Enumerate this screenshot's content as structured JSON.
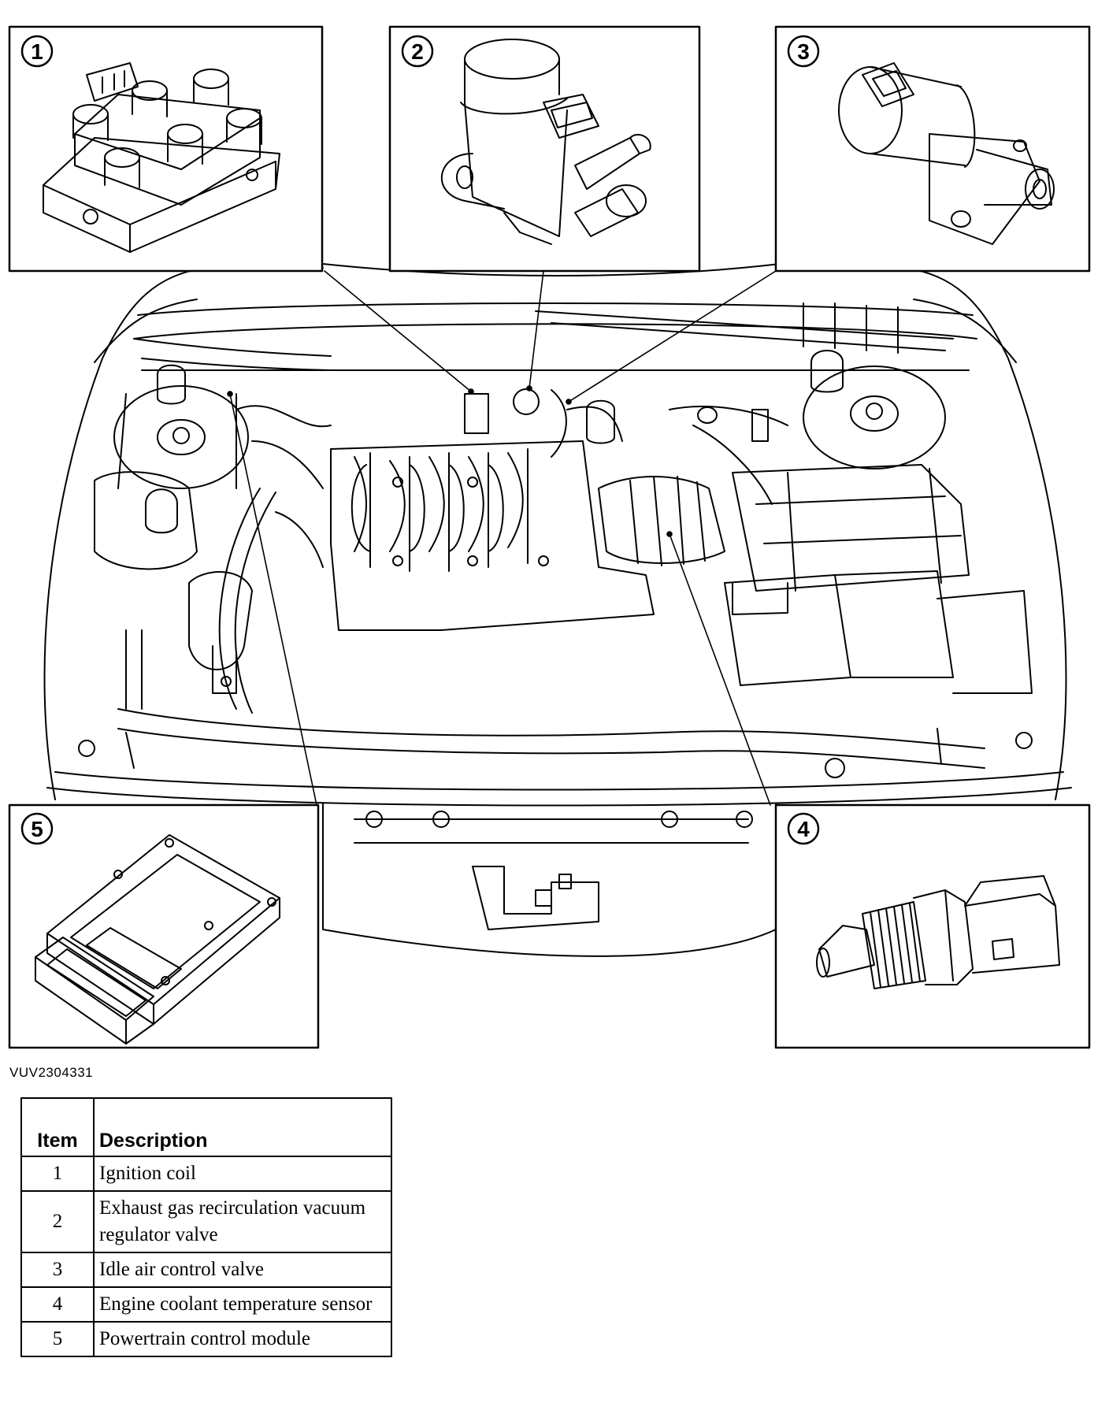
{
  "callouts": [
    {
      "id": "1",
      "name": "ignition-coil"
    },
    {
      "id": "2",
      "name": "egr-vacuum-regulator-valve"
    },
    {
      "id": "3",
      "name": "idle-air-control-valve"
    },
    {
      "id": "4",
      "name": "engine-coolant-temperature-sensor"
    },
    {
      "id": "5",
      "name": "powertrain-control-module"
    }
  ],
  "figure_id": "VUV2304331",
  "legend": {
    "header_item": "Item",
    "header_description": "Description",
    "rows": [
      {
        "item": "1",
        "description": "Ignition coil"
      },
      {
        "item": "2",
        "description": "Exhaust gas recirculation vacuum regulator valve"
      },
      {
        "item": "3",
        "description": "Idle air control valve"
      },
      {
        "item": "4",
        "description": "Engine coolant temperature sensor"
      },
      {
        "item": "5",
        "description": "Powertrain control module"
      }
    ]
  }
}
